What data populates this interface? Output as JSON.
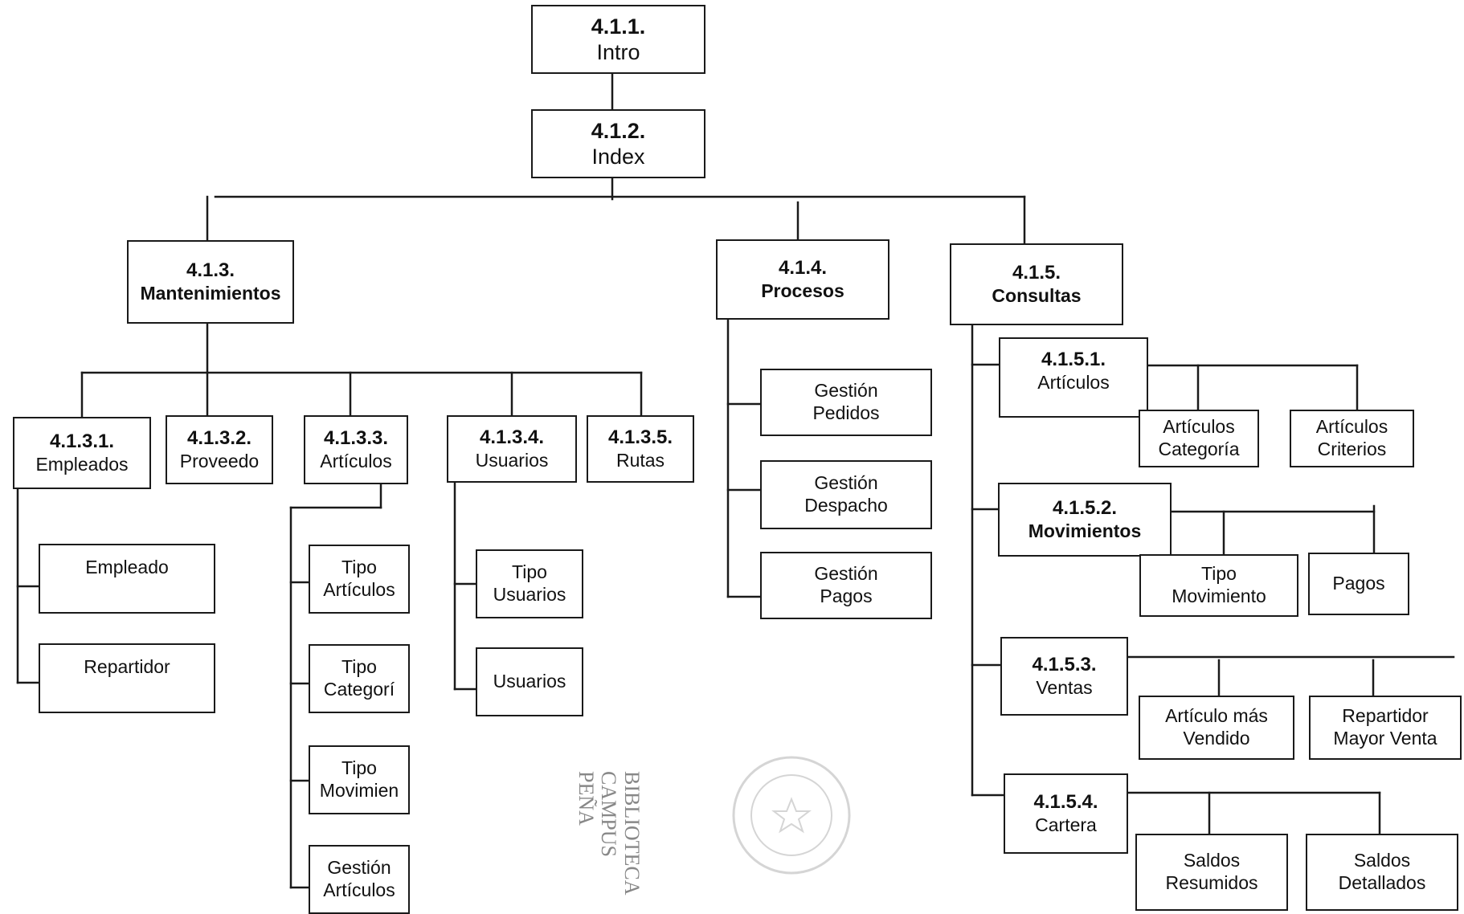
{
  "nodes": {
    "n411": {
      "code": "4.1.1.",
      "label": "Intro"
    },
    "n412": {
      "code": "4.1.2.",
      "label": "Index"
    },
    "n413": {
      "code": "4.1.3.",
      "label": "Mantenimientos"
    },
    "n414": {
      "code": "4.1.4.",
      "label": "Procesos"
    },
    "n415": {
      "code": "4.1.5.",
      "label": "Consultas"
    },
    "n4131": {
      "code": "4.1.3.1.",
      "label": "Empleados"
    },
    "n4132": {
      "code": "4.1.3.2.",
      "label": "Proveedo"
    },
    "n4133": {
      "code": "4.1.3.3.",
      "label": "Artículos"
    },
    "n4134": {
      "code": "4.1.3.4.",
      "label": "Usuarios"
    },
    "n4135": {
      "code": "4.1.3.5.",
      "label": "Rutas"
    },
    "empleado": {
      "label": "Empleado"
    },
    "repartidor": {
      "label": "Repartidor"
    },
    "tipo_articulos": {
      "label": "Tipo\nArtículos"
    },
    "tipo_categori": {
      "label": "Tipo\nCategorí"
    },
    "tipo_movimien": {
      "label": "Tipo\nMovimien"
    },
    "gestion_articulos": {
      "label": "Gestión\nArtículos"
    },
    "tipo_usuarios": {
      "label": "Tipo\nUsuarios"
    },
    "usuarios": {
      "label": "Usuarios"
    },
    "gestion_pedidos": {
      "label": "Gestión\nPedidos"
    },
    "gestion_despacho": {
      "label": "Gestión\nDespacho"
    },
    "gestion_pagos": {
      "label": "Gestión\nPagos"
    },
    "n4151": {
      "code": "4.1.5.1.",
      "label": "Artículos"
    },
    "articulos_categoria": {
      "label": "Artículos\nCategoría"
    },
    "articulos_criterios": {
      "label": "Artículos\nCriterios"
    },
    "n4152": {
      "code": "4.1.5.2.",
      "label": "Movimientos"
    },
    "tipo_movimiento": {
      "label": "Tipo\nMovimiento"
    },
    "pagos": {
      "label": "Pagos"
    },
    "n4153": {
      "code": "4.1.5.3.",
      "label": "Ventas"
    },
    "articulo_mas_vendido": {
      "label": "Artículo más\nVendido"
    },
    "repartidor_mayor_venta": {
      "label": "Repartidor\nMayor Venta"
    },
    "n4154": {
      "code": "4.1.5.4.",
      "label": "Cartera"
    },
    "saldos_resumidos": {
      "label": "Saldos\nResumidos"
    },
    "saldos_detallados": {
      "label": "Saldos\nDetallados"
    }
  },
  "stamp": {
    "text": "BIBLIOTECA\nCAMPUS\nPEÑA"
  }
}
